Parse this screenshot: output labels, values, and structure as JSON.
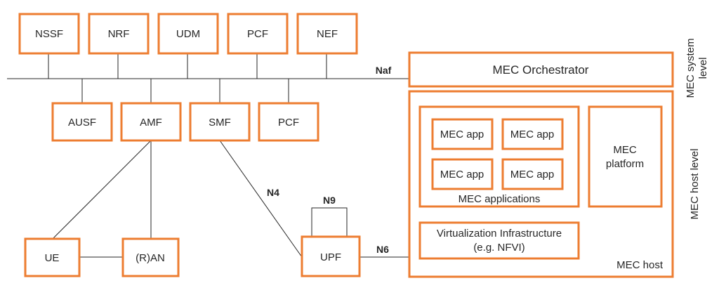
{
  "nodes": {
    "nssf": "NSSF",
    "nrf": "NRF",
    "udm": "UDM",
    "pcf_top": "PCF",
    "nef": "NEF",
    "ausf": "AUSF",
    "amf": "AMF",
    "smf": "SMF",
    "pcf_bottom": "PCF",
    "ue": "UE",
    "ran": "(R)AN",
    "upf": "UPF"
  },
  "interfaces": {
    "naf": "Naf",
    "n4": "N4",
    "n9": "N9",
    "n6": "N6"
  },
  "mec": {
    "orchestrator": "MEC Orchestrator",
    "app1": "MEC app",
    "app2": "MEC app",
    "app3": "MEC app",
    "app4": "MEC app",
    "applications": "MEC applications",
    "platform_line1": "MEC",
    "platform_line2": "platform",
    "virt_line1": "Virtualization Infrastructure",
    "virt_line2": "(e.g. NFVI)",
    "host": "MEC host"
  },
  "levels": {
    "system_line1": "MEC system",
    "system_line2": "level",
    "host_level": "MEC host level"
  },
  "colors": {
    "box_border": "#ED7D31",
    "line": "#262626"
  }
}
